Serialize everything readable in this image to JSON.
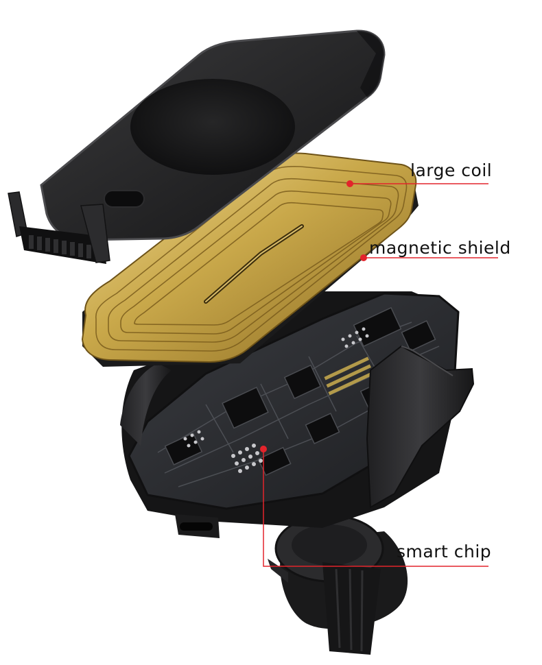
{
  "callouts": {
    "large_coil": "large coil",
    "magnetic_shield": "magnetic shield",
    "smart_chip": "smart chip"
  },
  "colors": {
    "leader_line": "#e3242b",
    "coil_gold": "#c9a84a",
    "housing_black": "#1c1c1e",
    "pcb_dark": "#2a2c30"
  },
  "components": [
    "top-cover",
    "wireless-charging-coil",
    "circuit-board",
    "gravity-clamp-arms",
    "air-vent-clip"
  ]
}
